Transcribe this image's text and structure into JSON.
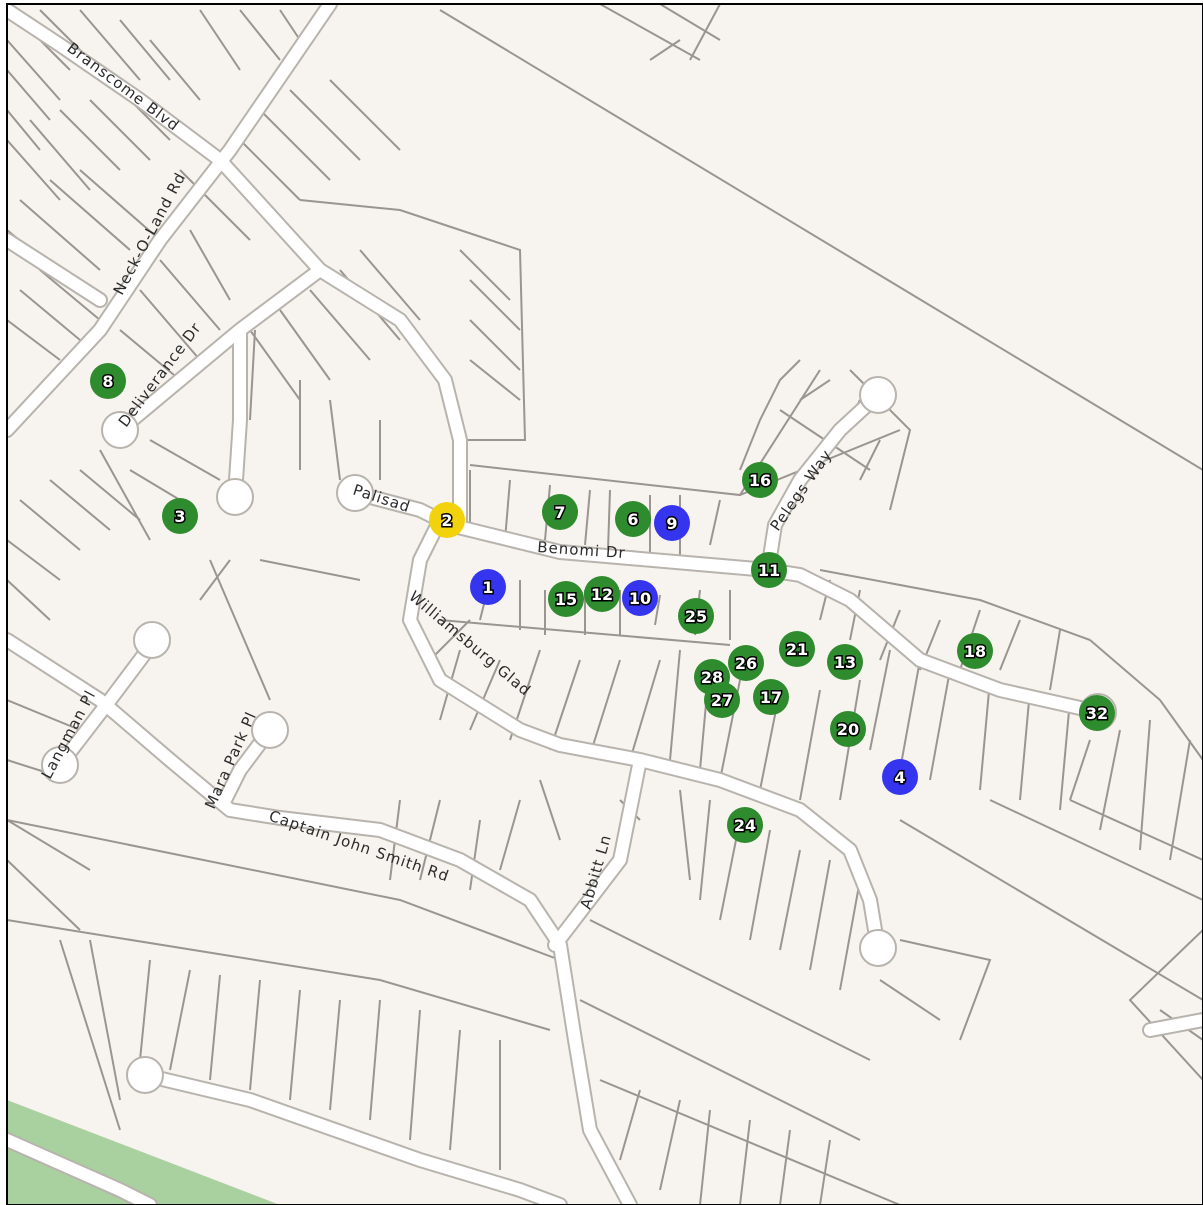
{
  "map": {
    "colors": {
      "background": "#f7f3ee",
      "park": "#a9d1a0",
      "parcel_line": "#9a9590",
      "road_fill": "#ffffff",
      "road_casing": "#b8b3ad",
      "frame": "#000000"
    },
    "streets": {
      "branscome": "Branscome Blvd",
      "neck_o_land": "Neck-O-Land Rd",
      "deliverance": "Deliverance Dr",
      "palisades": "Palisad",
      "benomi": "Benomi Dr",
      "pelegs": "Pelegs Way",
      "williamsburg": "Williamsburg Glad",
      "langman": "Langman Pl",
      "mara_park": "Mara Park Pl",
      "captain_john_smith": "Captain John Smith Rd",
      "abbitt": "Abbitt Ln"
    },
    "marker_colors": {
      "green": "#2e8b2e",
      "blue": "#3535f0",
      "yellow": "#f2d20b"
    },
    "markers": [
      {
        "label": "8",
        "color": "green"
      },
      {
        "label": "3",
        "color": "green"
      },
      {
        "label": "2",
        "color": "yellow"
      },
      {
        "label": "7",
        "color": "green"
      },
      {
        "label": "6",
        "color": "green"
      },
      {
        "label": "9",
        "color": "blue"
      },
      {
        "label": "1",
        "color": "blue"
      },
      {
        "label": "15",
        "color": "green"
      },
      {
        "label": "12",
        "color": "green"
      },
      {
        "label": "10",
        "color": "blue"
      },
      {
        "label": "25",
        "color": "green"
      },
      {
        "label": "16",
        "color": "green"
      },
      {
        "label": "11",
        "color": "green"
      },
      {
        "label": "21",
        "color": "green"
      },
      {
        "label": "13",
        "color": "green"
      },
      {
        "label": "18",
        "color": "green"
      },
      {
        "label": "28",
        "color": "green"
      },
      {
        "label": "26",
        "color": "green"
      },
      {
        "label": "27",
        "color": "green"
      },
      {
        "label": "17",
        "color": "green"
      },
      {
        "label": "20",
        "color": "green"
      },
      {
        "label": "32",
        "color": "green"
      },
      {
        "label": "4",
        "color": "blue"
      },
      {
        "label": "24",
        "color": "green"
      }
    ]
  }
}
